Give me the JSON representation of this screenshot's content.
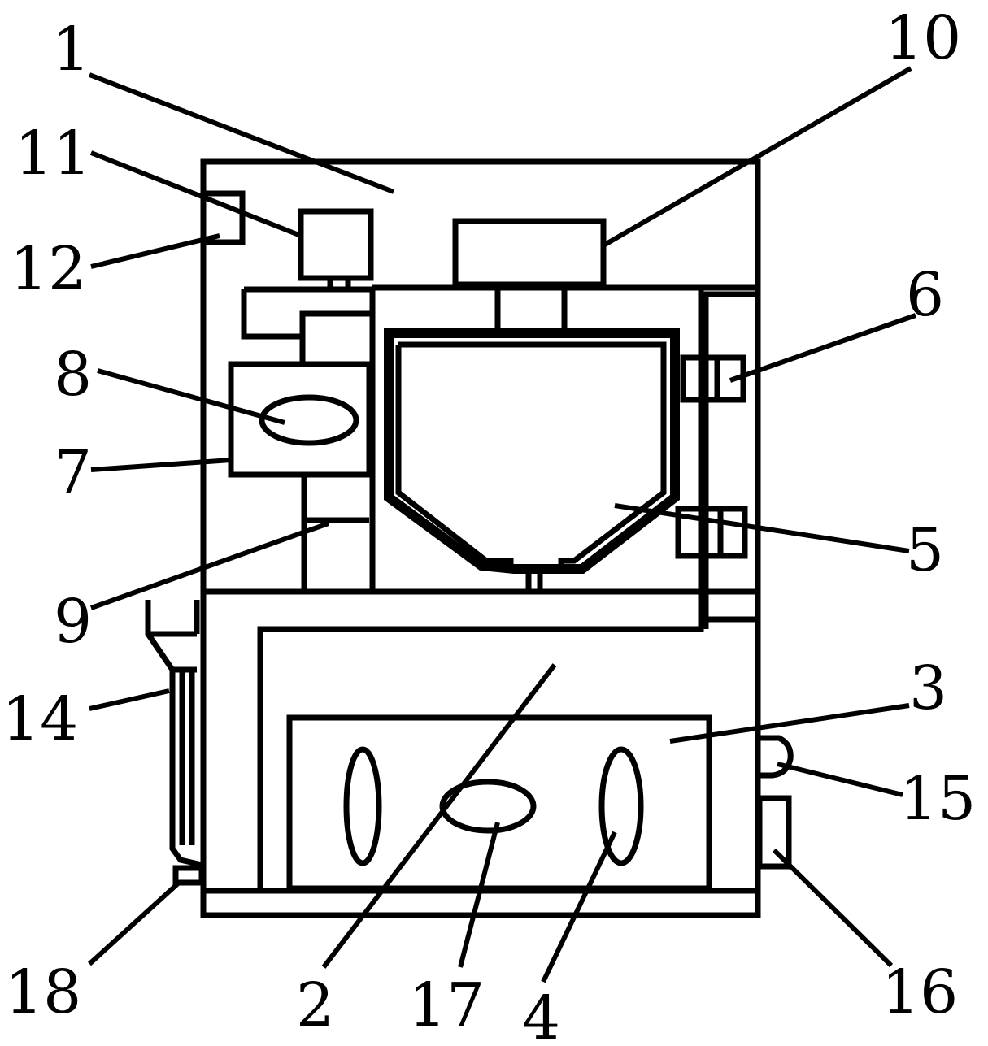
{
  "labels": {
    "l1": "1",
    "l2": "2",
    "l3": "3",
    "l4": "4",
    "l5": "5",
    "l6": "6",
    "l7": "7",
    "l8": "8",
    "l9": "9",
    "l10": "10",
    "l11": "11",
    "l12": "12",
    "l14": "14",
    "l15": "15",
    "l16": "16",
    "l17": "17",
    "l18": "18"
  }
}
